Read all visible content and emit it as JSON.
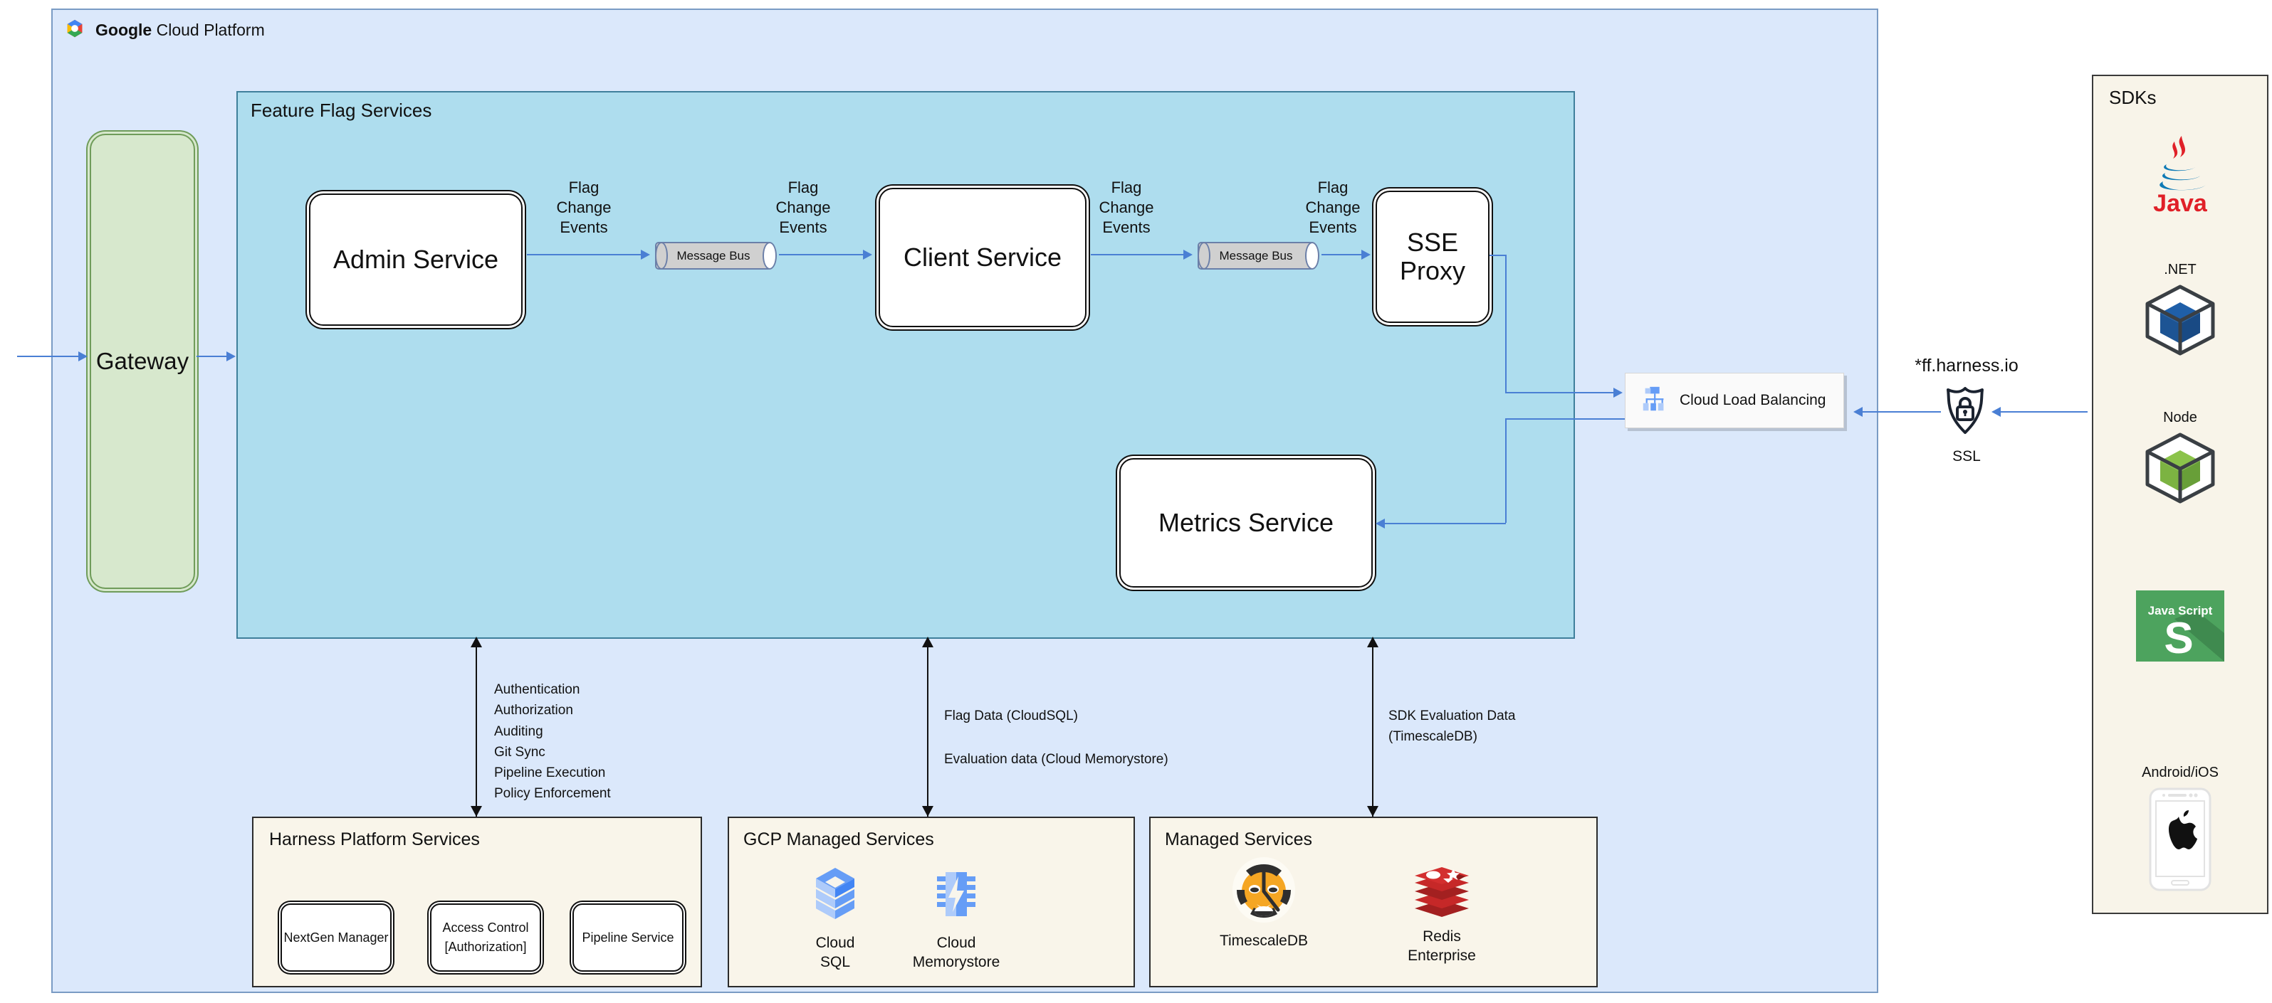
{
  "gcp": {
    "title_bold": "Google",
    "title_rest": " Cloud Platform",
    "logo_icon": "google-cloud-logo"
  },
  "gateway": {
    "label": "Gateway"
  },
  "feature_flag_services": {
    "title": "Feature Flag Services",
    "services": [
      {
        "key": "admin",
        "label": "Admin Service"
      },
      {
        "key": "client",
        "label": "Client Service"
      },
      {
        "key": "sse",
        "label": "SSE\nProxy"
      },
      {
        "key": "metrics",
        "label": "Metrics Service"
      }
    ],
    "buses": [
      {
        "key": "bus1",
        "label": "Message Bus"
      },
      {
        "key": "bus2",
        "label": "Message Bus"
      }
    ],
    "flow_labels": [
      {
        "key": "f1",
        "text": "Flag\nChange\nEvents"
      },
      {
        "key": "f2",
        "text": "Flag\nChange\nEvents"
      },
      {
        "key": "f3",
        "text": "Flag\nChange\nEvents"
      },
      {
        "key": "f4",
        "text": "Flag\nChange\nEvents"
      }
    ]
  },
  "load_balancer": {
    "label": "Cloud Load Balancing",
    "icon": "cloud-load-balancing-icon"
  },
  "ssl": {
    "domain": "*ff.harness.io",
    "label": "SSL",
    "icon": "ssl-shield-lock-icon"
  },
  "connectors": [
    {
      "key": "platform",
      "text": "Authentication\nAuthorization\nAuditing\nGit Sync\nPipeline Execution\nPolicy Enforcement"
    },
    {
      "key": "gcp-data",
      "text": "Flag Data (CloudSQL)\n\nEvaluation data (Cloud Memorystore)"
    },
    {
      "key": "managed-data",
      "text": "SDK Evaluation Data\n(TimescaleDB)"
    }
  ],
  "harness_platform_services": {
    "title": "Harness Platform Services",
    "items": [
      {
        "label": "NextGen Manager"
      },
      {
        "label": "Access Control\n[Authorization]"
      },
      {
        "label": "Pipeline Service"
      }
    ]
  },
  "gcp_managed_services": {
    "title": "GCP Managed Services",
    "items": [
      {
        "label": "Cloud\nSQL",
        "icon": "cloud-sql-icon"
      },
      {
        "label": "Cloud\nMemorystore",
        "icon": "cloud-memorystore-icon"
      }
    ]
  },
  "managed_services": {
    "title": "Managed Services",
    "items": [
      {
        "label": "TimescaleDB",
        "icon": "timescaledb-tiger-icon"
      },
      {
        "label": "Redis\nEnterprise",
        "icon": "redis-stack-icon"
      }
    ]
  },
  "sdks": {
    "title": "SDKs",
    "items": [
      {
        "caption": "",
        "name": "Java",
        "icon": "java-logo-icon"
      },
      {
        "caption": ".NET",
        "name": ".NET",
        "icon": "dotnet-cube-icon"
      },
      {
        "caption": "Node",
        "name": "Node",
        "icon": "node-cube-icon"
      },
      {
        "caption": "",
        "name": "JavaScript",
        "icon": "javascript-logo-icon"
      },
      {
        "caption": "Android/iOS",
        "name": "Android/iOS",
        "icon": "mobile-phone-apple-icon"
      }
    ]
  },
  "colors": {
    "gcp_panel": "#dbe8fb",
    "ffs_panel": "#aeddee",
    "beige_panel": "#f9f5ea",
    "gateway": "#d7e8cd",
    "arrow_blue": "#4a7fd4",
    "connector_black": "#111111"
  }
}
